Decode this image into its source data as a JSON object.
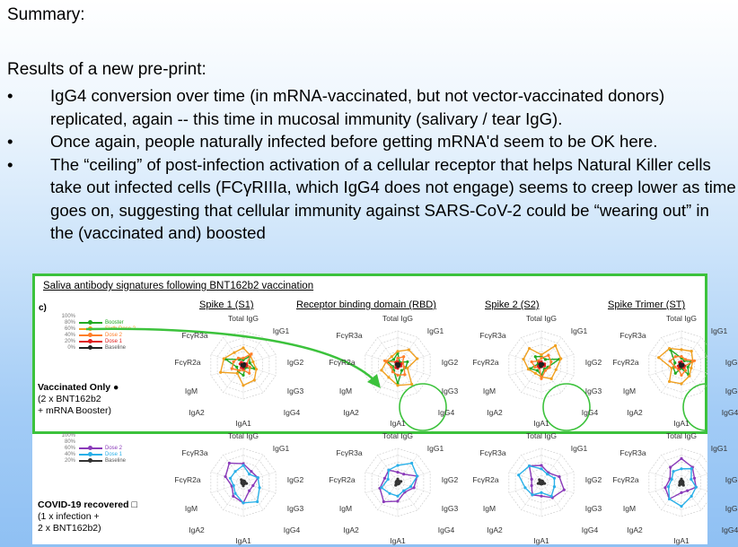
{
  "summary_title": "Summary:",
  "results_intro": "Results of a new pre-print:",
  "bullet_symbol": "•",
  "bullets": [
    "IgG4 conversion over time (in mRNA-vaccinated, but not vector-vaccinated donors) replicated, again -- this time in mucosal immunity (salivary / tear IgG).",
    "Once again, people naturally infected before getting mRNA'd seem to be OK here.",
    "The “ceiling” of post-infection activation of a cellular receptor that helps Natural Killer cells take out infected cells (FCγRIIIa, which IgG4 does not engage) seems to creep lower as time goes on, suggesting that cellular immunity against SARS-CoV-2 could be “wearing out” in the (vaccinated and) boosted"
  ],
  "figure": {
    "title": "Saliva antibody signatures following BNT162b2 vaccination",
    "panel_label": "c)",
    "columns": [
      "Spike 1 (S1)",
      "Receptor binding domain (RBD)",
      "Spike 2 (S2)",
      "Spike Trimer (ST)"
    ],
    "axes": [
      "Total IgG",
      "IgG1",
      "IgG2",
      "IgG3",
      "IgG4",
      "IgA1",
      "IgA2",
      "IgM",
      "FcγR2a",
      "FcγR3a"
    ],
    "axes_display": [
      "Total IgG",
      "IgG1",
      "IgG2",
      "IgG3",
      "IgG4",
      "IgA1",
      "IgA2",
      "IgM",
      "FcγR2a",
      "FcγR3a"
    ],
    "scale_ticks": [
      "100%",
      "80%",
      "60%",
      "40%",
      "20%",
      "0%"
    ],
    "vaccinated": {
      "label_bold": "Vaccinated Only",
      "marker": "●",
      "label_rest": [
        "(2 x BNT162b2",
        "+ mRNA Booster)"
      ],
      "legend": [
        {
          "name": "Booster",
          "color": "#22aa22"
        },
        {
          "name": "Sixth Dose 2",
          "color": "#f0a020"
        },
        {
          "name": "Dose 2",
          "color": "#ff7f2a"
        },
        {
          "name": "Dose 1",
          "color": "#e02020"
        },
        {
          "name": "Baseline",
          "color": "#222222"
        }
      ]
    },
    "recovered": {
      "label_bold": "COVID-19 recovered",
      "marker": "□",
      "label_rest": [
        "(1 x infection +",
        "2 x BNT162b2)"
      ],
      "legend": [
        {
          "name": "Dose 2",
          "color": "#8a3ab9"
        },
        {
          "name": "Dose 1",
          "color": "#2ab0e8"
        },
        {
          "name": "Baseline",
          "color": "#333333"
        }
      ]
    },
    "highlight_color": "#3cc23c"
  }
}
